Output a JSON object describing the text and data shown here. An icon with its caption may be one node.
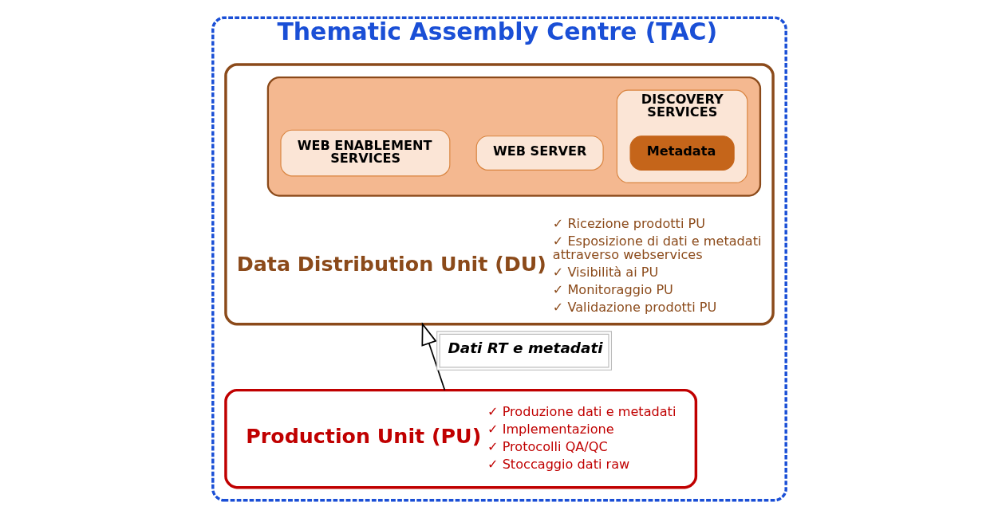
{
  "diagram": {
    "nodes": [
      {
        "text": [
          "Thematic Assembly Centre (TAC)"
        ]
      },
      {
        "text": [
          "Data Distribution Unit (DU)",
          "✓ Ricezione prodotti PU",
          "✓ Esposizione di dati e metadati attraverso webservices",
          "✓ Visibilità ai PU",
          "✓ Monitoraggio PU",
          "✓ Validazione prodotti PU"
        ],
        "in": 0
      },
      {
        "text": [],
        "shape": "box",
        "in": 1
      },
      {
        "text": [
          "WEB SERVER"
        ],
        "in": 2
      },
      {
        "text": [
          "WEB ENABLEMENT SERVICES"
        ],
        "in": 2
      },
      {
        "text": [
          "DISCOVERY SERVICES"
        ],
        "in": 2
      },
      {
        "text": [
          "Metadata"
        ],
        "in": 5
      },
      {
        "text": [
          "Production Unit (PU)",
          "✓ Produzione dati e metadati",
          "✓ Implementazione",
          "✓ Protocolli QA/QC",
          "✓ Stoccaggio dati raw"
        ],
        "in": 0
      }
    ],
    "edges": [
      {
        "from": 7,
        "to": 1,
        "arrow": "to",
        "label": "Dati RT e metadati"
      }
    ]
  }
}
